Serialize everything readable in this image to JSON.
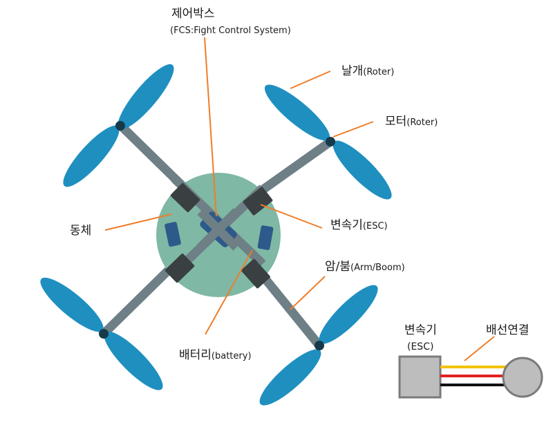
{
  "labels": {
    "control_box": "제어박스",
    "control_box_sub": "(FCS:Fight Control System)",
    "blade_ko": "날개",
    "blade_en": "(Roter)",
    "motor_ko": "모터",
    "motor_en": "(Roter)",
    "body": "동체",
    "esc_ko": "변속기",
    "esc_en": "(ESC)",
    "arm_ko": "암/붐",
    "arm_en": "(Arm/Boom)",
    "battery_ko": "배터리",
    "battery_en": "(battery)",
    "inset_esc": "변속기",
    "inset_esc_sub": "(ESC)",
    "inset_wiring": "배선연결"
  },
  "colors": {
    "blade": "#1f8fc0",
    "arm": "#6e7f86",
    "body": "#7fb8a4",
    "mount": "#3a3f41",
    "center_box": "#2d5a8a",
    "battery": "#2d5a8a",
    "leader": "#ef7d28",
    "esc_box": "#bdbdbd",
    "wire_yellow": "#f2c200",
    "wire_red": "#e21f1f",
    "wire_black": "#111111"
  }
}
